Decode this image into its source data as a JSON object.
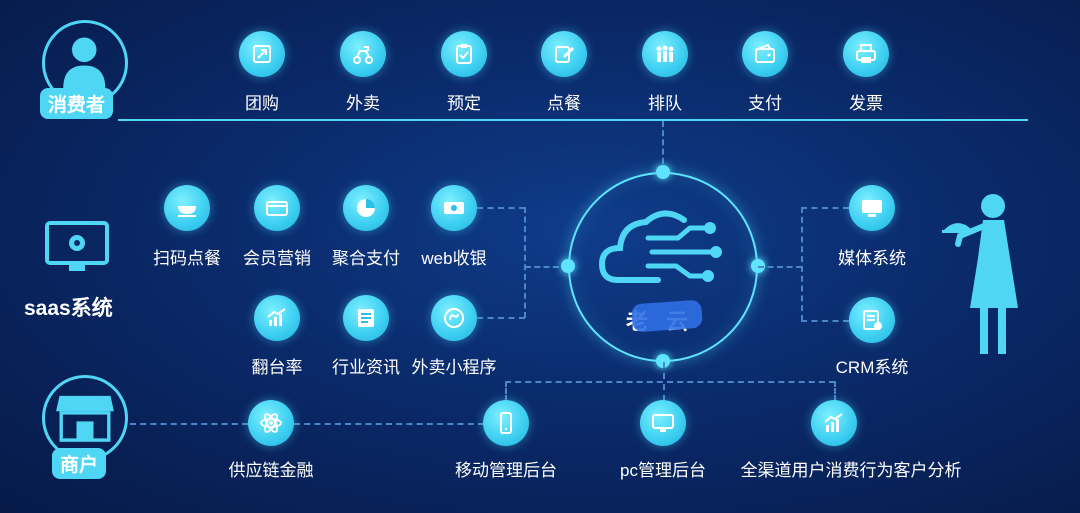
{
  "roles": {
    "consumer": "消费者",
    "saas": "saas系统",
    "merchant": "商户"
  },
  "consumer_items": [
    {
      "label": "团购",
      "icon": "group-buy-icon"
    },
    {
      "label": "外卖",
      "icon": "delivery-scooter-icon"
    },
    {
      "label": "预定",
      "icon": "reservation-clipboard-icon"
    },
    {
      "label": "点餐",
      "icon": "order-edit-icon"
    },
    {
      "label": "排队",
      "icon": "queue-people-icon"
    },
    {
      "label": "支付",
      "icon": "wallet-icon"
    },
    {
      "label": "发票",
      "icon": "invoice-printer-icon"
    }
  ],
  "saas_row1": [
    {
      "label": "扫码点餐",
      "icon": "scan-order-bowl-icon"
    },
    {
      "label": "会员营销",
      "icon": "vip-card-icon"
    },
    {
      "label": "聚合支付",
      "icon": "aggregate-pay-icon"
    },
    {
      "label": "web收银",
      "icon": "web-cashier-icon"
    }
  ],
  "saas_row2": [
    {
      "label": "翻台率",
      "icon": "growth-chart-icon"
    },
    {
      "label": "行业资讯",
      "icon": "news-document-icon"
    },
    {
      "label": "外卖小程序",
      "icon": "mini-program-icon"
    }
  ],
  "right_items": [
    {
      "label": "媒体系统",
      "icon": "monitor-icon"
    },
    {
      "label": "CRM系统",
      "icon": "crm-document-icon"
    }
  ],
  "merchant_items": [
    {
      "label": "供应链金融",
      "icon": "atom-icon"
    },
    {
      "label": "移动管理后台",
      "icon": "mobile-phone-icon"
    },
    {
      "label": "pc管理后台",
      "icon": "pc-monitor-icon"
    },
    {
      "label": "全渠道用户消费行为客户分析",
      "icon": "bar-analytics-icon"
    }
  ],
  "center": {
    "label": "老 云",
    "icon": "cloud-network-icon"
  },
  "colors": {
    "accent": "#4fd6f5",
    "background": "#0a2a6a",
    "connector": "#4a86c8"
  }
}
